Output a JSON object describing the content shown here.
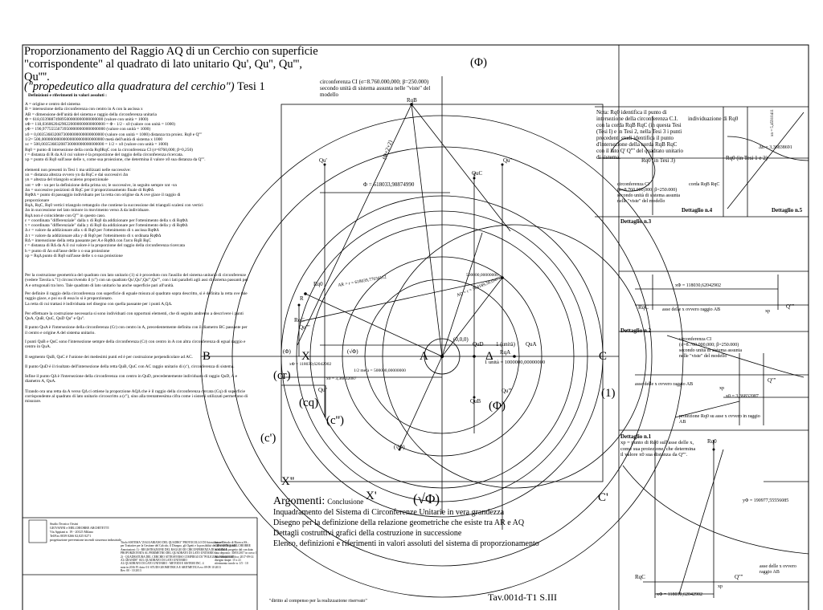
{
  "title": {
    "line1": "Proporzionamento del Raggio AQ di un Cerchio con superficie",
    "line2": "\"corrispondente\" al quadrato di lato unitario Qu', Qu'', Qu''',",
    "line3": "Qu''''.",
    "line4_italic": "(\"propedeutico alla quadratura del cerchio\")",
    "line4_suffix": "Tesi 1"
  },
  "definitions": {
    "heading": "Definizioni e riferimenti in valori assoluti :",
    "lines": [
      "A = origine e centro del sistema",
      "B = intersezione della circonferenza con centro in A con la ascissa x",
      "AB = dimensione dell'unità del sistema e raggio  della circonferenza unitaria",
      "Φ   = 618,03398874989500000000000000000 (valore con unità = 1000)",
      "xΦ  = 118,03606204290220000000000000000 = Φ - 1/2 - x0 (valore con unità = 1000)",
      "yΦ  = 190,97755556739500000000000000000 (valore con unità = 1000)",
      "x0  = 0,0035368320873000000000000000000 (valore con unità = 1000) distanza tra proiez. Rq0 e Q''''",
      "1/2= 500,00000000000000000000000000000 metà dell'unità di sistema x 1000",
      "xc = 500,00353683208730000000000000000 = 1/2 + x0 (valore con unità = 1000)",
      "Rq0 =  punto di intersezione  della corda Rq0RqC con la circonferenza CI (σ=8760,000; β=0,250)",
      "r = distanza di R da A il cui valore è la proporzione del raggio della circonferenza ricercata.",
      "xp = punto di Rq0 sull'asse delle x, come sua proiezione, che determina il valore x0 sua distanza da Q''''.",
      "",
      "elementi non presenti in Tesi 1 ma utilizzati nelle successive:",
      "xn = distanza altezza ovvero yn da RqC e dai successivi Δn",
      "yn = altezza del triangolo scaleno proporzionale",
      "xnt = xΦ - xn per la definizione della prima xn; le successive, in seguito sempre xnt -xn",
      "Δn =  successive posizioni di RqC per il proporzionamento finale di RqΦΔ",
      "RqΦΔ = punto di passaggio individuato per la retta con origine da A ove giace il raggio di",
      "proporzionare",
      "RqΔ, RqC, Rq0 vertici triangolo rettangolo che contiene la successione dei triangoli scaleni con vertici",
      "Δn in successione nel lato minore in movimento verso Δ da individuare.",
      "RqΔ non è coincidente con Q'''' in questo caso.",
      "ε = coordinata \"differenziale\" dalla x di Rq0 da addizionare per l'ottenimento della x di RqΦΔ",
      "τ = coordinata \"differenziale\" dalla y di Rq0 da addizionare per l'ottenimento della y di RqΦΔ",
      "Δ ε = valore da addizionare alla x di Rq0 per l'ottenimento di x ascissa RqΦΔ",
      "Δ τ = valore da addizionare alla y di Rq0 per l'ottenimento di x ordinata RqΦΔ",
      "RΔ = intersezione della retta passante per A e RqΦΔ con l'arco RqB RqC",
      "r = distanza di RΔ da A il cui valore è la proporzione del raggio della circonferenza ricercata",
      "h = punto di Δn sull'asse delle x o sua proiezione",
      "xp = RqΔ punto di Rq0 sull'asse delle x o sua proiezione"
    ]
  },
  "paragraphs": [
    "Per la costruzione geometrica del quadrato con lato unitario (1) si è proceduto con l'ausilio del sistema unitario di circonferenze (vedere Tavola n.°1) circoscrivendo il (c'') con un quadrato Qu',Qu'',Qu''',Qu'''', con i lati paralleli agli assi di sistema passanti per A e ortogonali tra loro. Tale quadrato di lato unitario ha anche superficie pari all'unità.",
    "Per definire il raggio della circonferenza con superficie di eguale misura al quadrato sopra descritto, si è definita la retta ove tale raggio giace, e poi su di essa lo si è proporzionato.",
    "La retta di cui trattasi è individuata nel disegno con quella passante per i punti A,QΔ.",
    "Per effettuare la costruzione necessaria si sono individuati con opportuni elementi, che di seguito andremo a descrivere i punti QuA, QuB, QuC, QuD Qu'' e Qu''.",
    "Il punto QuA è l'intersezione della circonferenza (Cr) con centro in A, precedentemente definita con il diametro BC passante per il centro e origine A del sistema unitario.",
    "I punti QuB e QuC sono l'intersezione sempre della circonferenza (Cr) con centro in A con altra circonferenza di egual raggio e centro in QuA.",
    "Il segmento QuB, QuC è l'unione dei medesimi punti ed è per costruzione perpendicolare ad AC.",
    "Il punto QuD è il risultato dell'intersezione della retta QuB, QuC con AC raggio unitario di (c'), circonferenza di sistema.",
    "Infine il punto QΔ è l'intersezione della circonferenza con centro in QuD, precedentemente individuato di raggio QuD, A e diametro A, QuA.",
    "Tirando ora una retta da A verso QΔ ci ottiene la proporzione AQΔ che è il raggio della circonferenza cercata (Cq) di superficie corrispondente al quadrato di lato unitario circoscritto a (c''), sino alla trentatreesima cifra come i sistemi utilizzati permettono di misurare."
  ],
  "argomenti": {
    "label": "Argomenti:",
    "first": "Conclusione",
    "items": [
      "Inquadramento del Sistema di Circonferenze Unitarie in vera grandezza",
      "Disegno per la definizione della relazione geometriche che esiste tra AR e AQ",
      "Dettagli costruttivi grafici della costruzione in successione",
      "Elenco, definizioni e riferimenti in valori assoluti del sistema di proporzionamento"
    ]
  },
  "tav": "Tav.001d-T1 S.III",
  "diritto": "\"diritto al compenso per la realizzazione riservato\"",
  "author_block": [
    "Studio Tecnico Orsini",
    "GIOVANNI e MELCHIORRE ARCHITETTI",
    "Via Appiani n. 19 - 20125 Milano",
    "Tel/Fax 0039 0266 02,025 0271",
    "progettazione   prevenzione incendi   sicurezza industriale"
  ],
  "legal_block": [
    "Titolo SISTEMA \"ZAGUARIANO DEL QUADRO\" PROTOCOLLO DI  Scientifico e Metodo di Ricerca SS...",
    "per Trattative per la Gestione del Calcolo, il Disegno, gli Ogetti e la possibilità dei Metodi Originali",
    "Annotazioni: 1) - REGISTRAZIONE DEL RAGGIO DI CIRCONFERENZA DI SISTEMA",
    "PROPORZIONATA AL PERIMETRO DEL QUADRATO DI LATO UNITARIO",
    "2) - QUADRATURA DEL CERCHIO ATTRAVERSO L'IMPIEGO DI \"POLIGONI INSCRITTI\"",
    "AL GRANDE\" SUL QUADRATO DI LATO UNITARIO",
    "AL QUADRATO DI LATO UNITARIO - METODI E SISTEMI INC. 4",
    "nota in 2016 F1 data: 01/ STUDI GEOMETRICA E ARITMETICA ecc 09 09 10 2013",
    "Rev. 00 - 10 2013"
  ],
  "legal_right": [
    "autore:",
    "GIOVANNI E MELCHIORRE",
    "in studio di progetto dal con data:",
    "data deposito: 30/05/2017 in corso I",
    "data ultima modifica: 2017-09-14",
    "disegno shape: 15 x 21",
    "riferimento tavole n: 1/5 - 10"
  ],
  "circle_note": "circonferenza CI (σ=8.760.000,000; β=250.000) secondo unità di sistema assunta nelle \"viste\" del modello",
  "labels": {
    "phi_top": "(Φ)",
    "rqb": "RqB",
    "quc": "QuC",
    "qu_prime": "Qu'",
    "qu_2": "Qu''",
    "r": "R",
    "rq0": "Rq0",
    "rqc": "RqC",
    "qu4": "Qu''''",
    "b": "B",
    "x": "X",
    "phi_small": "(Φ)",
    "sqrt_phi_small": "(√Φ)",
    "a": "A",
    "origin": "(0,0,0)",
    "delta": "Δ",
    "unit1": "1 (unità)",
    "qud": "QuD",
    "rqa": "RqA",
    "qua": "QuA",
    "c": "C",
    "cr": "(cr)",
    "cq": "(cq)",
    "c2": "(c'')",
    "c1": "(c')",
    "phi_mid": "(Φ)",
    "one": "(1)",
    "qu3": "Qu''",
    "qu3b": "Qu'''",
    "qub": "QuB",
    "sqrtphi_mid": "(√Φ)",
    "x2": "X''",
    "x1": "X'",
    "sqrtphi_big": "(√Φ)",
    "c_prime": "C'",
    "xphi_label": "xΦ = 118039,62042902",
    "half_label": "1/2 metà = 500000,00000000",
    "x0_label": "x0 = 3,36832087",
    "unit_label": "1 unità = 1000000,00000000",
    "phi_value": "Φ = 618033,98874990",
    "phi2": "(Φ+2+2)",
    "ar_label": "AR = r = 618039,77034112",
    "aq_label": "AQ = r = 564189,58354776",
    "five_k": "500000,00000000"
  },
  "panel_note": {
    "text": "Nota: Rq0 identifica il punto di intersezione della circonferenza C.I. con la corda RqB RqC (in questa Tesi (Tesi I) e in Tesi 2, nella Tesi 3 i punti precedenti studi identifica il punto d'intersezione della corda RqB RqC con il lato Q' Q'''' del quadrato unitario di sistema.",
    "individ": "individuazione di Rq0",
    "rq0_t3": "Rq0 (in Tesi 3)",
    "rq0_t12": "Rq0 (in Tesi 1 e 2)",
    "delta_val": "Δn = 3,36838691",
    "xn_val": "xn = 5,45910411",
    "circle": "circonferenza CI (σ=8.760.000,000; β=250.000) secondo unità di sistema assunta nelle \"viste\" del modello",
    "corda": "corda RqB RqC",
    "det4": "Dettaglio n.4",
    "det5": "Dettaglio n.5"
  },
  "panel3": {
    "title": "Dettaglio n.3",
    "xphi": "xΦ = 118030,62042902",
    "rqc": "RqC",
    "asse": "asse delle x ovvero raggio AB",
    "xp": "xp",
    "q4": "Q''''"
  },
  "panel2": {
    "title": "Dettaglio n.2",
    "circle": "circonferenza CI (σ=8.760.000,000; β=250.000) secondo unità di sistema assunta nelle \"viste\" del modello",
    "asse": "asse delle x ovvero raggio AB",
    "x0": "x0 = 3,36832087",
    "xp": "xp",
    "q4": "Q''''",
    "proj": "proiezione Rq0 su asse x ovvero in raggio AB"
  },
  "panel1": {
    "title": "Dettaglio n.1",
    "note": "xp = punto di Rq0 sull'asse delle x, come sua proiezione, che determina il valore x0 sua distanza da Q''''.",
    "rq0": "Rq0",
    "yphi": "yΦ = 190977,55556085",
    "rqc": "RqC",
    "xphi": "xΦ = 118030,62042902",
    "asse": "asse delle x ovvero raggio AB",
    "xp": "xp",
    "q4": "Q''''"
  }
}
